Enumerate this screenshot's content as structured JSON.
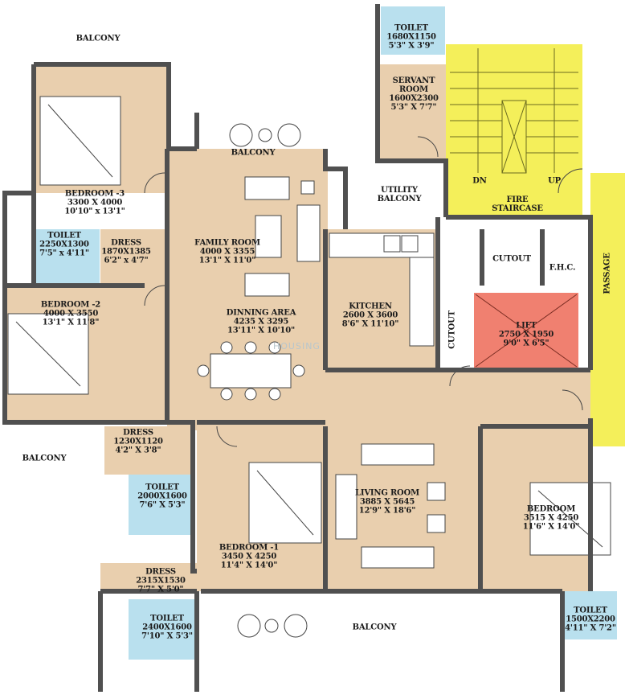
{
  "colors": {
    "floor": "#e9cfae",
    "wall": "#555555",
    "toilet": "#b9e0ee",
    "staircase": "#f4ef5a",
    "lift": "#f08070",
    "passage": "#f4ef5a",
    "balcony": "#ffffff"
  },
  "rooms": [
    {
      "id": "balcony-top-left",
      "lines": [
        "BALCONY"
      ]
    },
    {
      "id": "toilet-servant",
      "lines": [
        "TOILET",
        "1680X1150",
        "5'3\" X 3'9\""
      ]
    },
    {
      "id": "servant-room",
      "lines": [
        "SERVANT",
        "ROOM",
        "1600X2300",
        "5'3\" X 7'7\""
      ]
    },
    {
      "id": "balcony-family",
      "lines": [
        "BALCONY"
      ]
    },
    {
      "id": "bedroom-3",
      "lines": [
        "BEDROOM -3",
        "3300 X 4000",
        "10'10\" x 13'1\""
      ]
    },
    {
      "id": "utility-balcony",
      "lines": [
        "UTILITY",
        "BALCONY"
      ]
    },
    {
      "id": "dn",
      "lines": [
        "DN"
      ]
    },
    {
      "id": "up",
      "lines": [
        "UP"
      ]
    },
    {
      "id": "fire-staircase",
      "lines": [
        "FIRE",
        "STAIRCASE"
      ]
    },
    {
      "id": "toilet-b3",
      "lines": [
        "TOILET",
        "2250X1300",
        "7'5\" x 4'11\""
      ]
    },
    {
      "id": "dress-b3",
      "lines": [
        "DRESS",
        "1870X1385",
        "6'2\" x 4'7\""
      ]
    },
    {
      "id": "family-room",
      "lines": [
        "FAMILY ROOM",
        "4000 X 3355",
        "13'1\" X 11'0\""
      ]
    },
    {
      "id": "cutout-1",
      "lines": [
        "CUTOUT"
      ]
    },
    {
      "id": "fhc",
      "lines": [
        "F.H.C."
      ]
    },
    {
      "id": "bedroom-2",
      "lines": [
        "BEDROOM -2",
        "4000 X 3550",
        "13'1\" X 11'8\""
      ]
    },
    {
      "id": "dinning-area",
      "lines": [
        "DINNING AREA",
        "4235 X 3295",
        "13'11\" X 10'10\""
      ]
    },
    {
      "id": "kitchen",
      "lines": [
        "KITCHEN",
        "2600 X 3600",
        "8'6\" X 11'10\""
      ]
    },
    {
      "id": "lift",
      "lines": [
        "LIFT",
        "2750 X 1950",
        "9'0\" X 6'5\""
      ]
    },
    {
      "id": "dress-b2",
      "lines": [
        "DRESS",
        "1230X1120",
        "4'2\" X 3'8\""
      ]
    },
    {
      "id": "balcony-left",
      "lines": [
        "BALCONY"
      ]
    },
    {
      "id": "toilet-b2",
      "lines": [
        "TOILET",
        "2000X1600",
        "7'6\" X 5'3\""
      ]
    },
    {
      "id": "living-room",
      "lines": [
        "LIVING ROOM",
        "3885 X 5645",
        "12'9\" X 18'6\""
      ]
    },
    {
      "id": "bedroom-main",
      "lines": [
        "BEDROOM",
        "3515 X 4250",
        "11'6\" X 14'0\""
      ]
    },
    {
      "id": "bedroom-1",
      "lines": [
        "BEDROOM -1",
        "3450 X 4250",
        "11'4\" X 14'0\""
      ]
    },
    {
      "id": "dress-b1",
      "lines": [
        "DRESS",
        "2315X1530",
        "7'7\" X 5'0\""
      ]
    },
    {
      "id": "toilet-b1",
      "lines": [
        "TOILET",
        "2400X1600",
        "7'10\" X 5'3\""
      ]
    },
    {
      "id": "balcony-bottom",
      "lines": [
        "BALCONY"
      ]
    },
    {
      "id": "toilet-br",
      "lines": [
        "TOILET",
        "1500X2200",
        "4'11\" X 7'2\""
      ]
    }
  ],
  "cutout_vertical": "CUTOUT",
  "passage": "PASSAGE",
  "watermark": "HOUSING"
}
